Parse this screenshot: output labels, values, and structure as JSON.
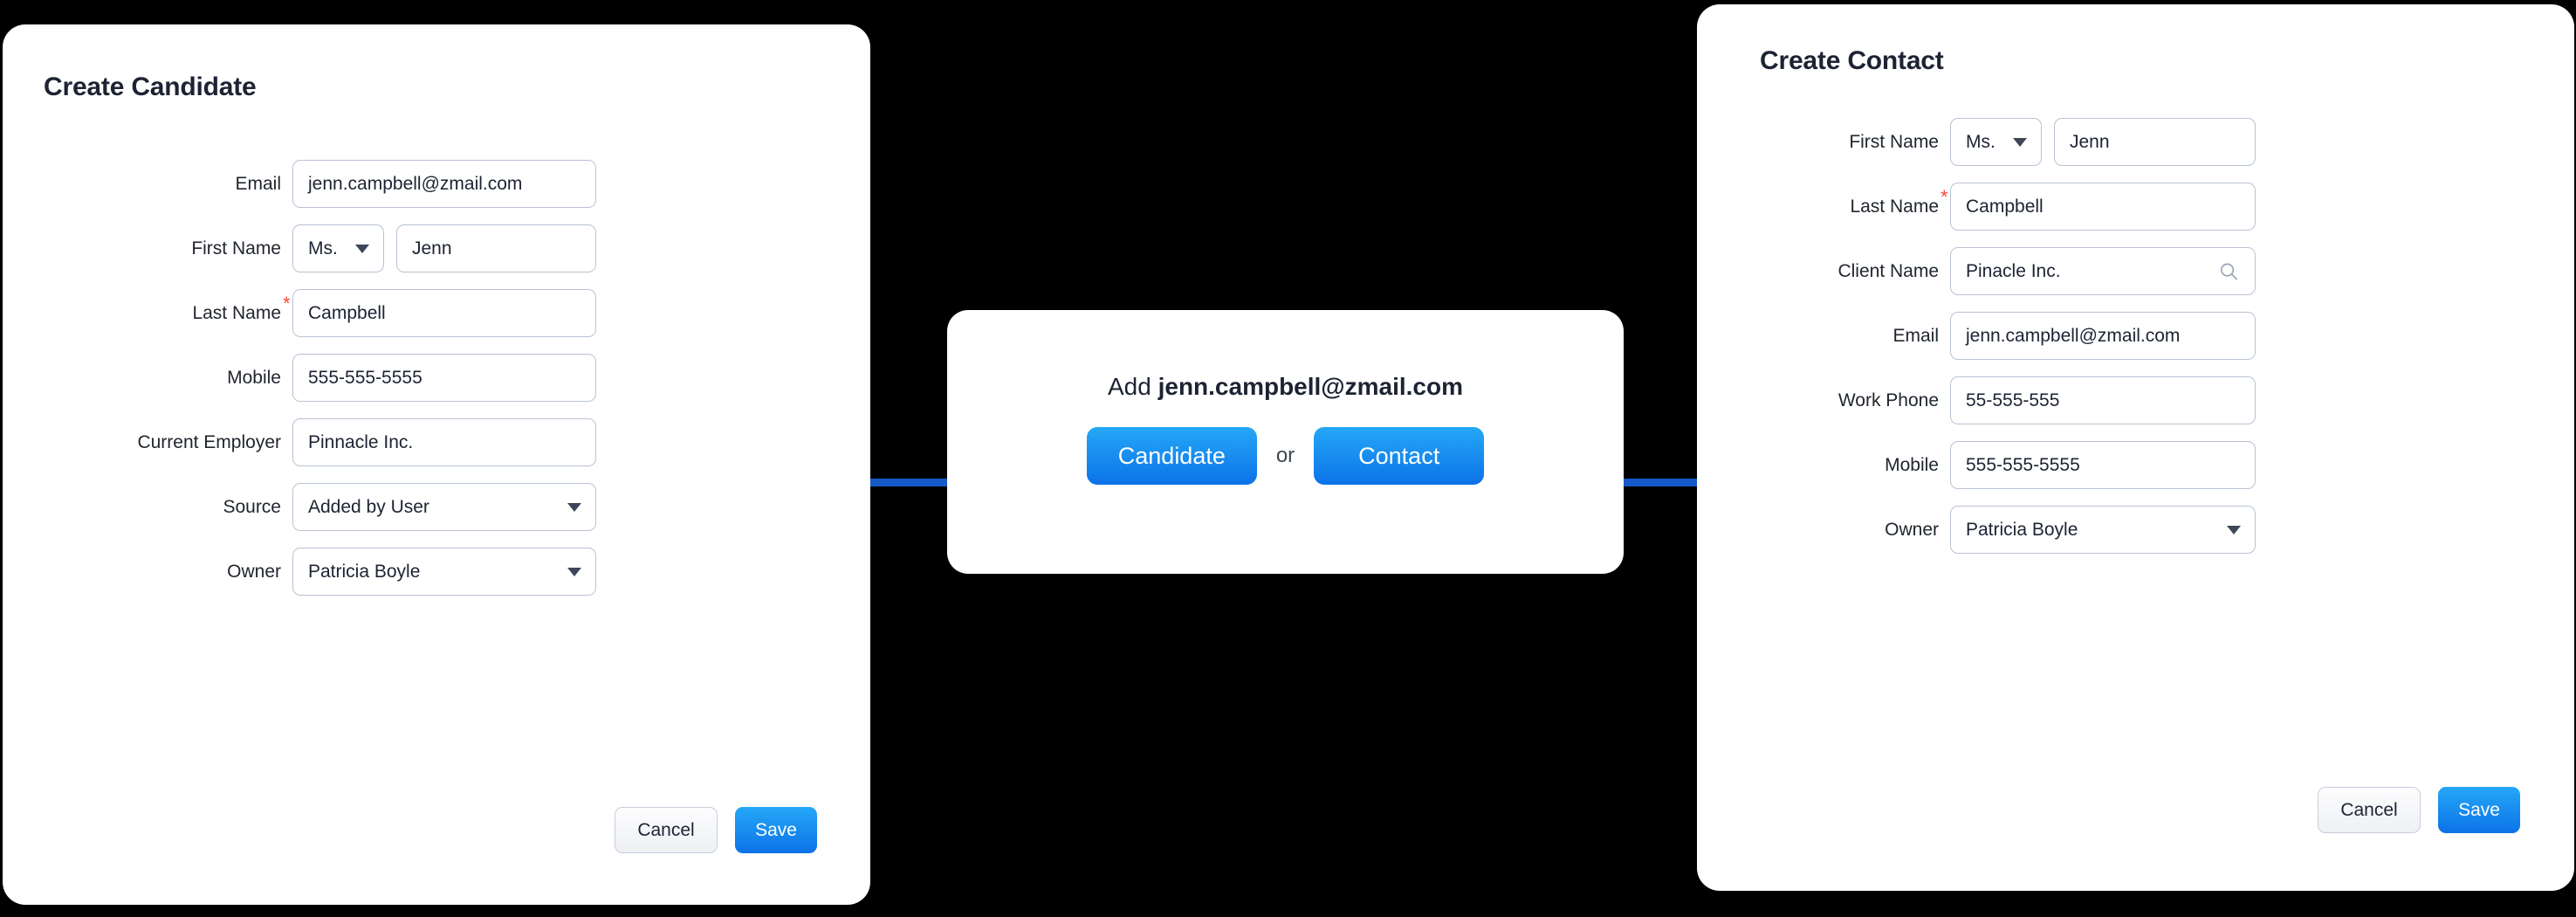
{
  "background_color": "#000000",
  "accent_color": "#1273e8",
  "connector_color": "#1558c8",
  "required_marker": "*",
  "left_card": {
    "title": "Create Candidate",
    "rows": [
      {
        "label": "Email",
        "required": false,
        "type": "text",
        "value": "jenn.campbell@zmail.com"
      },
      {
        "label": "First Name",
        "required": false,
        "type": "salutation_name",
        "salutation": "Ms.",
        "value": "Jenn"
      },
      {
        "label": "Last Name",
        "required": true,
        "type": "text",
        "value": "Campbell"
      },
      {
        "label": "Mobile",
        "required": false,
        "type": "text",
        "value": "555-555-5555"
      },
      {
        "label": "Current Employer",
        "required": false,
        "type": "text",
        "value": "Pinnacle Inc."
      },
      {
        "label": "Source",
        "required": false,
        "type": "select",
        "value": "Added by User"
      },
      {
        "label": "Owner",
        "required": false,
        "type": "select",
        "value": "Patricia Boyle"
      }
    ],
    "cancel_label": "Cancel",
    "save_label": "Save"
  },
  "dialog": {
    "prefix": "Add ",
    "email": "jenn.campbell@zmail.com",
    "candidate_label": "Candidate",
    "or_label": "or",
    "contact_label": "Contact"
  },
  "right_card": {
    "title": "Create Contact",
    "rows": [
      {
        "label": "First Name",
        "required": false,
        "type": "salutation_name",
        "salutation": "Ms.",
        "value": "Jenn"
      },
      {
        "label": "Last Name",
        "required": true,
        "type": "text",
        "value": "Campbell"
      },
      {
        "label": "Client Name",
        "required": false,
        "type": "search",
        "value": "Pinacle Inc."
      },
      {
        "label": "Email",
        "required": false,
        "type": "text",
        "value": "jenn.campbell@zmail.com"
      },
      {
        "label": "Work Phone",
        "required": false,
        "type": "text",
        "value": "55-555-555"
      },
      {
        "label": "Mobile",
        "required": false,
        "type": "text",
        "value": "555-555-5555"
      },
      {
        "label": "Owner",
        "required": false,
        "type": "select",
        "value": "Patricia Boyle"
      }
    ],
    "cancel_label": "Cancel",
    "save_label": "Save"
  }
}
